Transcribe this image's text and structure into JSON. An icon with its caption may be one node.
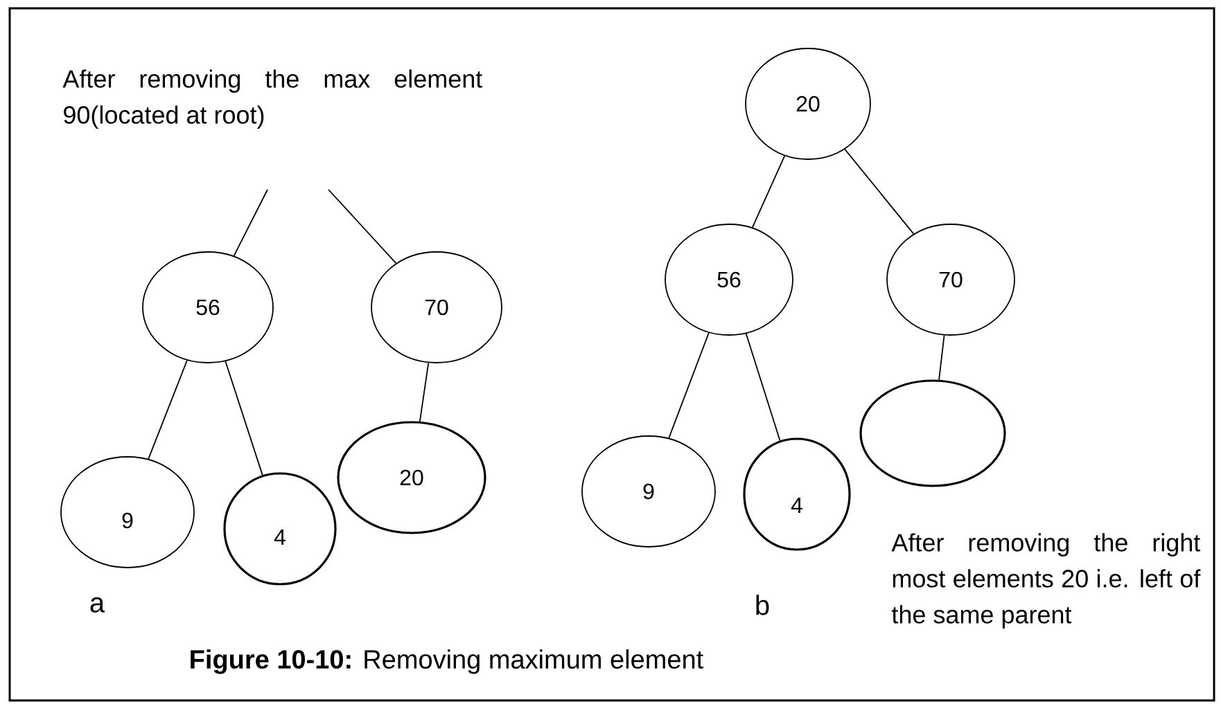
{
  "diagram": {
    "caption": "**Figure 10-10:** Removing maximum element",
    "nodes": [
      {
        "text": [
          "56"
        ]
      },
      {
        "text": [
          "70"
        ]
      },
      {
        "text": [
          "9"
        ]
      },
      {
        "text": [
          "4"
        ]
      },
      {
        "text": [
          "20"
        ]
      },
      {
        "text": [
          "20"
        ]
      },
      {
        "text": [
          "56"
        ]
      },
      {
        "text": [
          "70"
        ]
      },
      {
        "text": [
          "9"
        ]
      },
      {
        "text": [
          "4"
        ]
      },
      {
        "text": [],
        "shape": "circle"
      }
    ],
    "edges": [
      {
        "from": null,
        "to": 0,
        "arrow": "none"
      },
      {
        "from": null,
        "to": 1,
        "arrow": "none"
      },
      {
        "from": 0,
        "to": 2,
        "arrow": "none"
      },
      {
        "from": 0,
        "to": 3,
        "arrow": "none"
      },
      {
        "from": 1,
        "to": 4,
        "arrow": "none"
      },
      {
        "from": 5,
        "to": 6,
        "arrow": "none"
      },
      {
        "from": 5,
        "to": 7,
        "arrow": "none"
      },
      {
        "from": 6,
        "to": 8,
        "arrow": "none"
      },
      {
        "from": 6,
        "to": 9,
        "arrow": "none"
      },
      {
        "from": 7,
        "to": 10,
        "arrow": "none"
      }
    ],
    "labels": [
      "After removing the max element 90(located at root)",
      "a",
      "b",
      "After removing the right most elements 20 i.e. left of the same parent"
    ]
  }
}
